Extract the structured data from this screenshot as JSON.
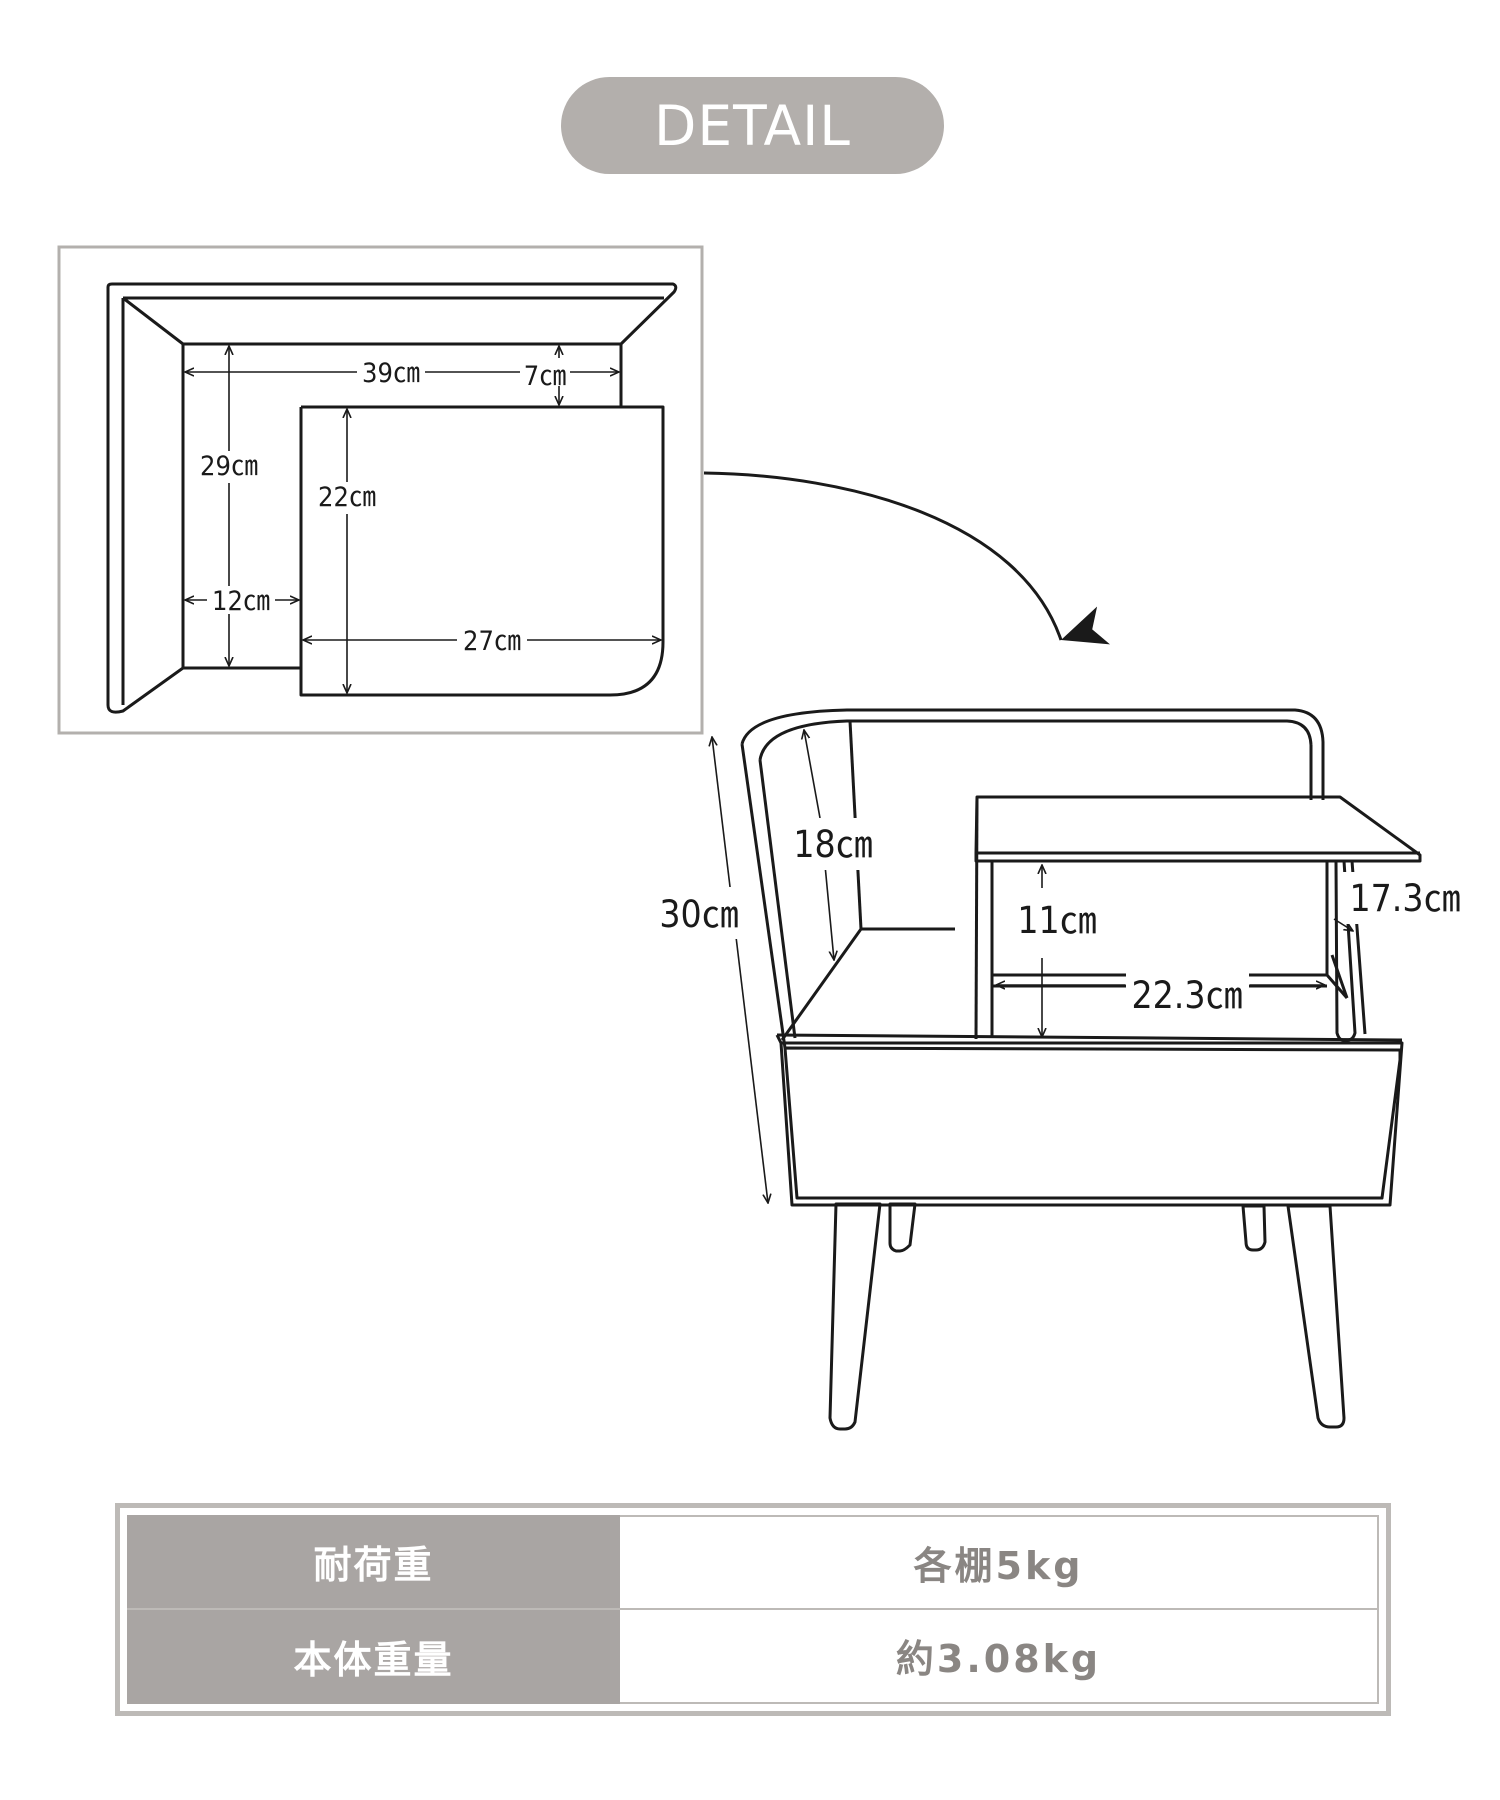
{
  "header": {
    "title": "DETAIL"
  },
  "detail_view": {
    "labels": {
      "width_39": "39㎝",
      "depth_7": "7㎝",
      "height_29": "29㎝",
      "height_22": "22㎝",
      "width_12": "12㎝",
      "width_27": "27㎝"
    }
  },
  "main_view": {
    "labels": {
      "height_30": "30㎝",
      "height_18": "18㎝",
      "height_11": "11㎝",
      "depth_17_3": "17.3㎝",
      "width_22_3": "22.3㎝"
    }
  },
  "spec_table": {
    "rows": [
      {
        "label": "耐荷重",
        "value": "各棚5kg"
      },
      {
        "label": "本体重量",
        "value": "約3.08kg"
      }
    ]
  }
}
